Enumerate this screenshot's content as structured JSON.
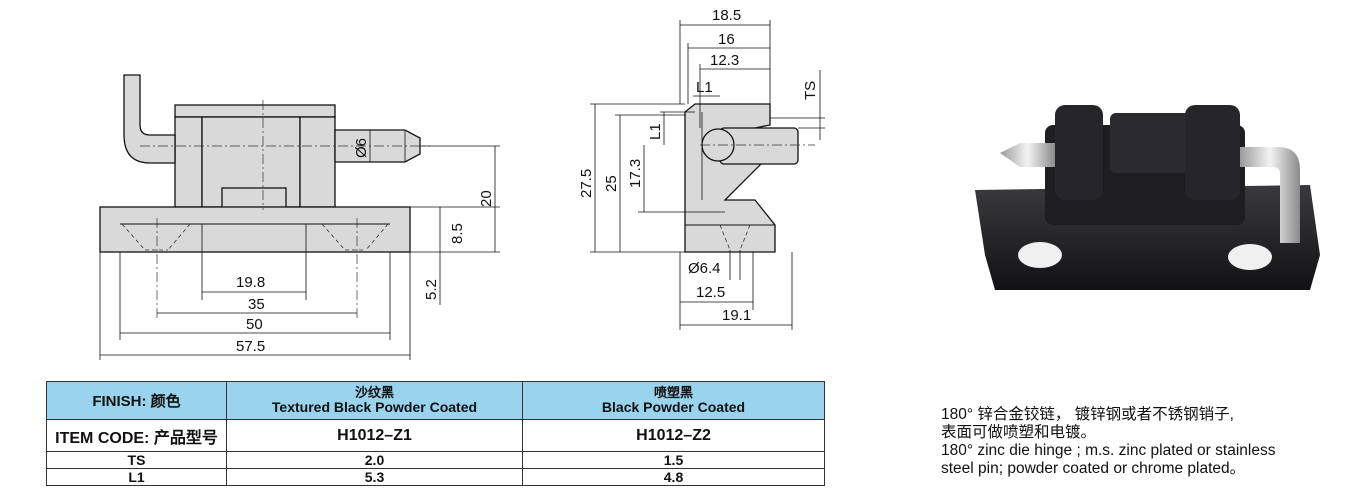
{
  "front_view": {
    "dims": {
      "d6": "Ø6",
      "h20": "20",
      "h85": "8.5",
      "h52": "5.2",
      "w198": "19.8",
      "w35": "35",
      "w50": "50",
      "w575": "57.5"
    }
  },
  "side_view": {
    "dims": {
      "w185": "18.5",
      "w16": "16",
      "w123": "12.3",
      "l1_top": "L1",
      "ts": "TS",
      "l1_side": "L1",
      "h275": "27.5",
      "h25": "25",
      "h173": "17.3",
      "d64": "Ø6.4",
      "w125": "12.5",
      "w191": "19.1"
    }
  },
  "table": {
    "finish_label": "FINISH: 颜色",
    "col1_cn": "沙纹黑",
    "col1_en": "Textured Black Powder Coated",
    "col2_cn": "喷塑黑",
    "col2_en": "Black Powder Coated",
    "item_code_label": "ITEM CODE: 产品型号",
    "code1": "H1012–Z1",
    "code2": "H1012–Z2",
    "ts_label": "TS",
    "ts1": "2.0",
    "ts2": "1.5",
    "l1_label": "L1",
    "l11": "5.3",
    "l12": "4.8"
  },
  "description": {
    "cn_line1": "180°  锌合金铰链， 镀锌钢或者不锈钢销子,",
    "cn_line2": "表面可做喷塑和电镀。",
    "en_line1": "180°  zinc die hinge ; m.s. zinc plated or stainless",
    "en_line2": "steel pin; powder coated or chrome plated。"
  },
  "colors": {
    "table_header": "#99d3ee",
    "part_fill": "#d9d9d9",
    "product_black": "#1b1b1d"
  }
}
